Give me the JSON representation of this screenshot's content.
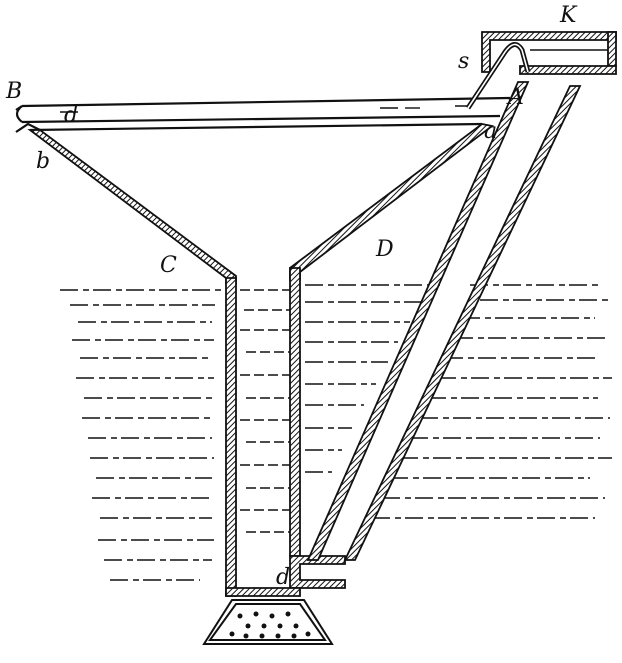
{
  "figure": {
    "labels": {
      "K": "K",
      "s": "s",
      "B": "B",
      "A": "A",
      "d_top": "d",
      "a": "a",
      "b": "b",
      "C": "C",
      "D": "D",
      "d_bottom": "d"
    },
    "colors": {
      "ink": "#111111",
      "background": "#ffffff"
    }
  }
}
